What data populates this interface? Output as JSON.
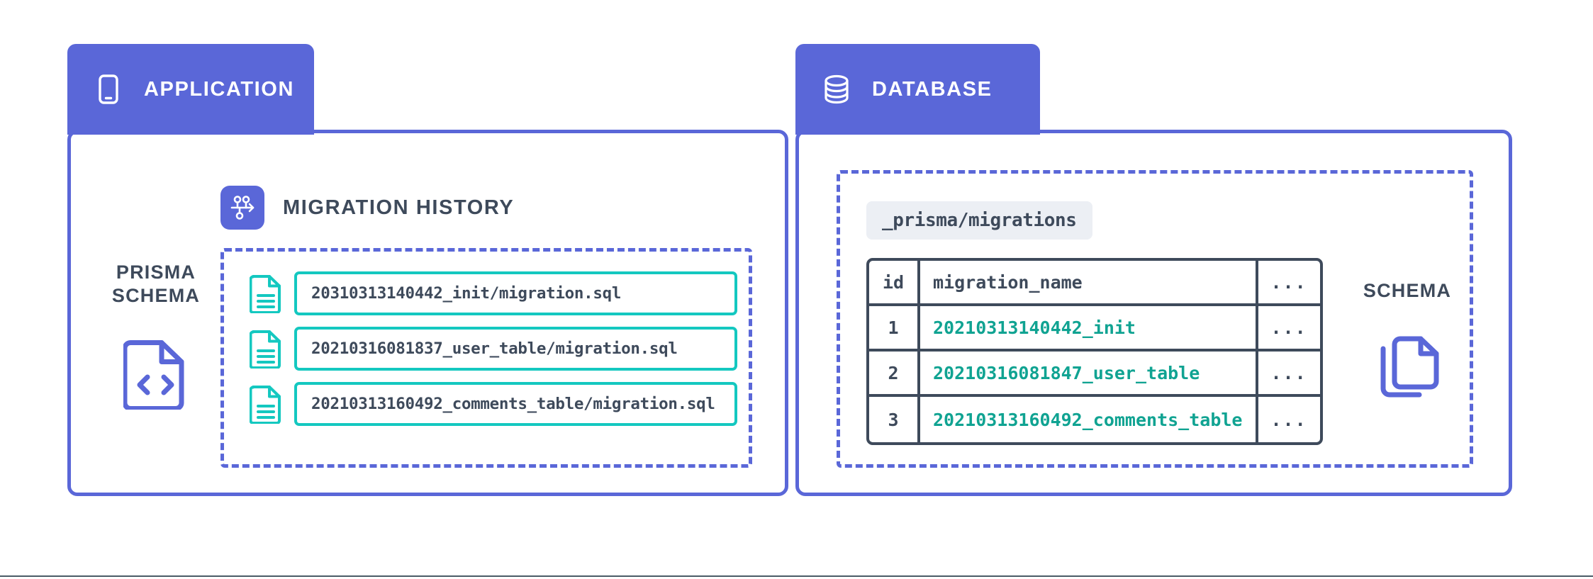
{
  "panels": {
    "application": {
      "tab_label": "APPLICATION",
      "tab_icon": "mobile-phone-icon",
      "schema": {
        "title_line1": "PRISMA",
        "title_line2": "SCHEMA",
        "icon": "code-file-icon"
      },
      "migration_history": {
        "title": "MIGRATION HISTORY",
        "icon": "branch-merge-icon",
        "files": [
          {
            "icon": "document-icon",
            "name": "20310313140442_init/migration.sql"
          },
          {
            "icon": "document-icon",
            "name": "20210316081837_user_table/migration.sql"
          },
          {
            "icon": "document-icon",
            "name": "20210313160492_comments_table/migration.sql"
          }
        ]
      }
    },
    "database": {
      "tab_label": "DATABASE",
      "tab_icon": "database-cylinder-icon",
      "path_label": "_prisma/migrations",
      "table": {
        "headers": [
          "id",
          "migration_name",
          "..."
        ],
        "rows": [
          {
            "id": "1",
            "migration_name": "20210313140442_init",
            "more": "..."
          },
          {
            "id": "2",
            "migration_name": "20210316081847_user_table",
            "more": "..."
          },
          {
            "id": "3",
            "migration_name": "20210313160492_comments_table",
            "more": "..."
          }
        ]
      },
      "schema": {
        "title": "SCHEMA",
        "icon": "copy-documents-icon"
      }
    }
  },
  "colors": {
    "purple": "#5a67d8",
    "teal": "#14c8c0",
    "teal_text": "#10a392",
    "slate": "#3e4a5b",
    "pill_bg": "#eceff4"
  }
}
